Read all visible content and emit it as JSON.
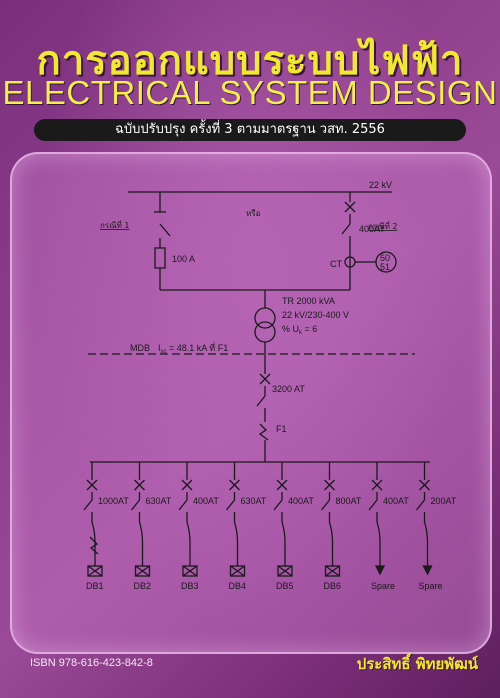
{
  "cover": {
    "title_thai": "การออกแบบระบบไฟฟ้า",
    "title_english": "ELECTRICAL SYSTEM DESIGN",
    "edition": "ฉบับปรับปรุง ครั้งที่ 3 ตามมาตรฐาน วสท. 2556",
    "isbn": "ISBN 978-616-423-842-8",
    "author": "ประสิทธิ์ พิทยพัฒน์"
  },
  "diagram": {
    "bus_voltage": "22 kV",
    "case1": "กรณีที่ 1",
    "or_label": "หรือ",
    "case2": "กรณีที่ 2",
    "fuse": "100 A",
    "breaker_hv": "400AT",
    "ct": "CT",
    "relay_top": "50",
    "relay_bottom": "51",
    "transformer_rating": "TR 2000 kVA",
    "transformer_voltage": "22 kV/230-400 V",
    "transformer_impedance": "% U",
    "transformer_impedance_sub": "k",
    "transformer_impedance_val": " = 6",
    "mdb": "MDB",
    "fault_prefix": "I",
    "fault_sub": "sc",
    "fault_suffix": " = 48.1 kA ที่ F1",
    "main_breaker": "3200 AT",
    "fault_point": "F1",
    "feeders": [
      {
        "rating": "1000AT",
        "load": "DB1"
      },
      {
        "rating": "630AT",
        "load": "DB2"
      },
      {
        "rating": "400AT",
        "load": "DB3"
      },
      {
        "rating": "630AT",
        "load": "DB4"
      },
      {
        "rating": "400AT",
        "load": "DB5"
      },
      {
        "rating": "800AT",
        "load": "DB6"
      },
      {
        "rating": "400AT",
        "load": "Spare"
      },
      {
        "rating": "200AT",
        "load": "Spare"
      }
    ]
  }
}
